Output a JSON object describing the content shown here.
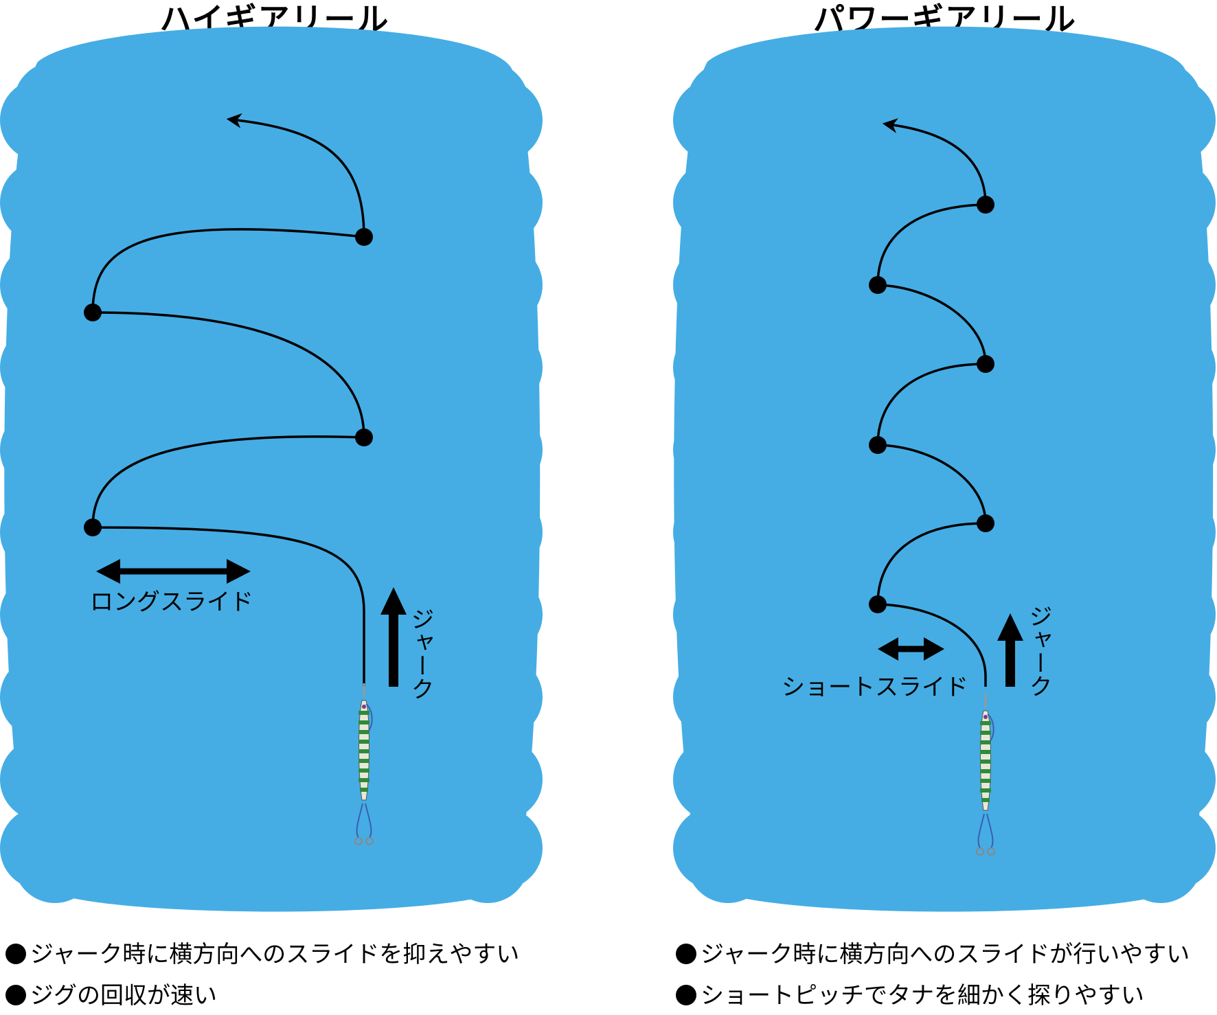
{
  "colors": {
    "water": "#45ADE4",
    "ink": "#000000",
    "jig_stripe": "#2E8B3A",
    "jig_body": "#E8E8D8"
  },
  "left": {
    "title": "ハイギアリール",
    "slide_label": "ロングスライド",
    "jerk_label": "ジャーク",
    "notes": [
      "ジャーク時に横方向へのスライドを抑えやすい",
      "ジグの回収が速い"
    ]
  },
  "right": {
    "title": "パワーギアリール",
    "slide_label": "ショートスライド",
    "jerk_label": "ジャーク",
    "notes": [
      "ジャーク時に横方向へのスライドが行いやすい",
      "ショートピッチでタナを細かく探りやすい"
    ]
  },
  "icons": [
    "bullet-dot-icon",
    "arrow-up-icon",
    "double-arrow-icon",
    "jig-lure-icon"
  ]
}
